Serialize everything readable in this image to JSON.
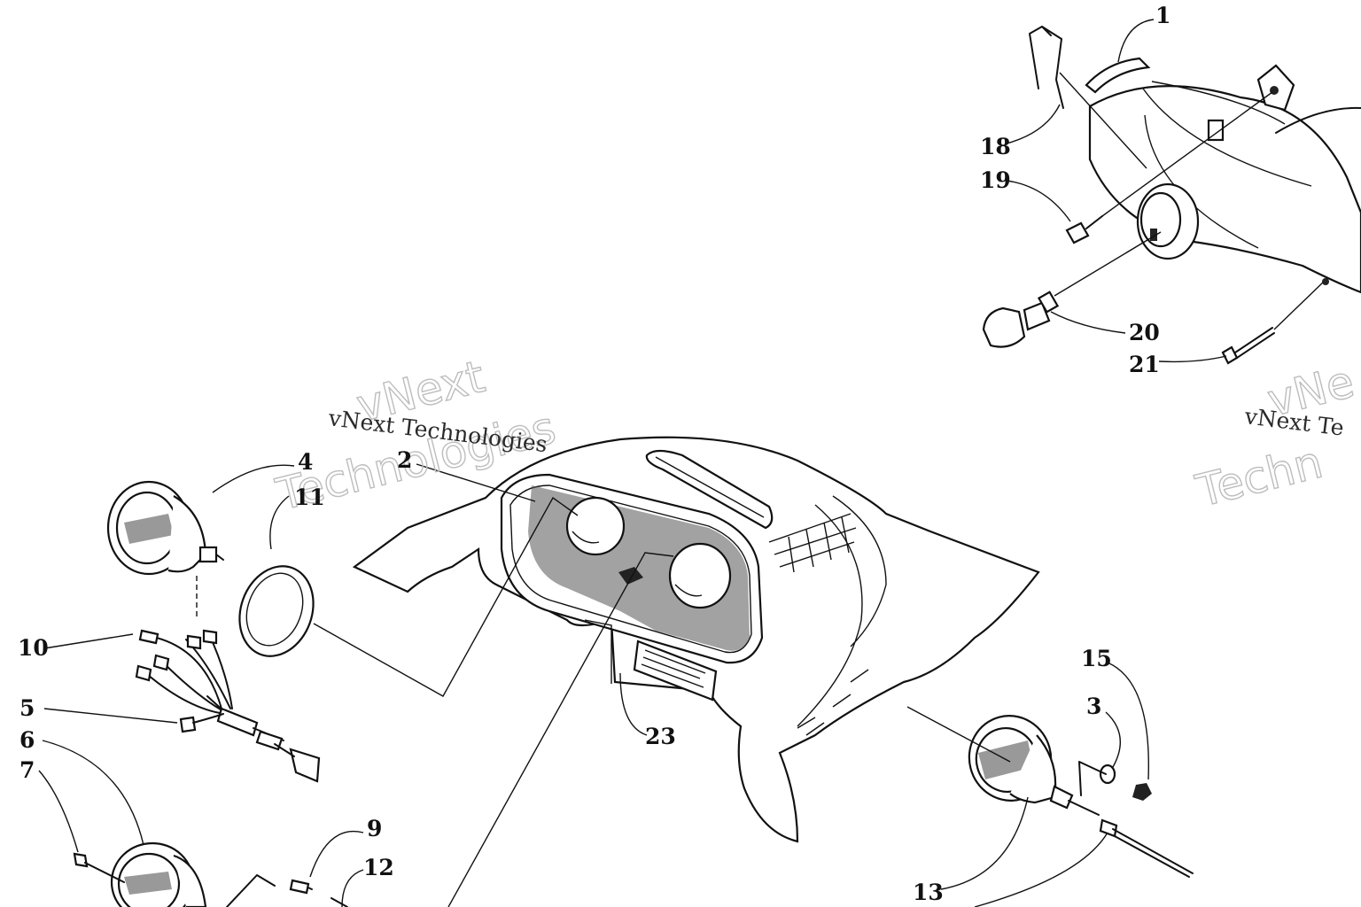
{
  "watermark": {
    "text_small": "vNext Technologies",
    "text_big_line1": "vNext",
    "text_big_line2": "Technologies",
    "text_small_right": "vNext Te",
    "text_big_right_line1": "vNe",
    "text_big_right_line2": "Techn"
  },
  "callouts": {
    "c1": "1",
    "c2": "2",
    "c3": "3",
    "c4": "4",
    "c5": "5",
    "c6": "6",
    "c7": "7",
    "c9": "9",
    "c10": "10",
    "c11": "11",
    "c12": "12",
    "c13": "13",
    "c15": "15",
    "c18": "18",
    "c19": "19",
    "c20": "20",
    "c21": "21",
    "c23": "23"
  }
}
